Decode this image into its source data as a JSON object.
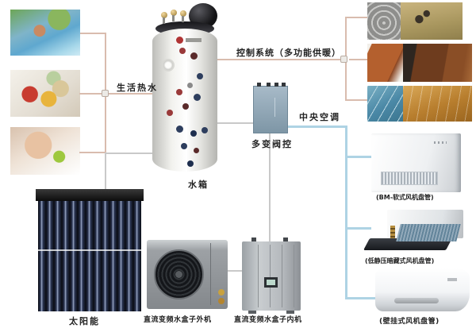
{
  "labels": {
    "domestic_hot_water": "生活热水",
    "control_system": "控制系统（多功能供暖）",
    "central_ac": "中央空调",
    "multi_valve_control": "多变阀控",
    "water_tank": "水箱",
    "solar_energy": "太阳能",
    "outdoor_unit": "直流变频水盒子外机",
    "indoor_unit": "直流变频水盒子内机",
    "fan_coil_floor": "(BM-软式风机盘管)",
    "fan_coil_concealed": "(低静压暗藏式风机盘管)",
    "fan_coil_wall": "(壁挂式风机盘管)"
  },
  "colors": {
    "hot_water_line": "#d9bcae",
    "water_line": "#c9c9c9",
    "ac_line": "#aed3e4"
  },
  "photos": {
    "left": [
      "spa-bathtub-photo",
      "vegetable-washing-photo",
      "face-washing-photo"
    ],
    "right": [
      "floor-heating-pipes-photo",
      "wood-flooring-photo",
      "tile-and-wood-flooring-photo"
    ]
  }
}
